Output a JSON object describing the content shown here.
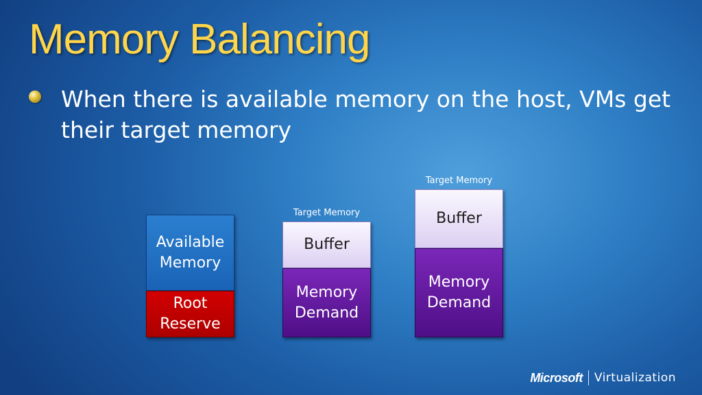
{
  "slide": {
    "title": "Memory Balancing",
    "bullets": [
      {
        "text": "When there is available memory on the host, VMs get their target memory"
      }
    ]
  },
  "diagram": {
    "host_stack": {
      "available_label": "Available Memory",
      "root_label": "Root Reserve"
    },
    "vm_stacks": [
      {
        "caption": "Target Memory",
        "buffer_label": "Buffer",
        "demand_label": "Memory Demand"
      },
      {
        "caption": "Target Memory",
        "buffer_label": "Buffer",
        "demand_label": "Memory Demand"
      }
    ]
  },
  "footer": {
    "brand": "Microsoft",
    "product": "Virtualization"
  },
  "colors": {
    "title": "#ffd54a",
    "available": "#1a63b6",
    "root_reserve": "#c00000",
    "buffer": "#e6dcf6",
    "memory_demand": "#5e1a9a"
  }
}
